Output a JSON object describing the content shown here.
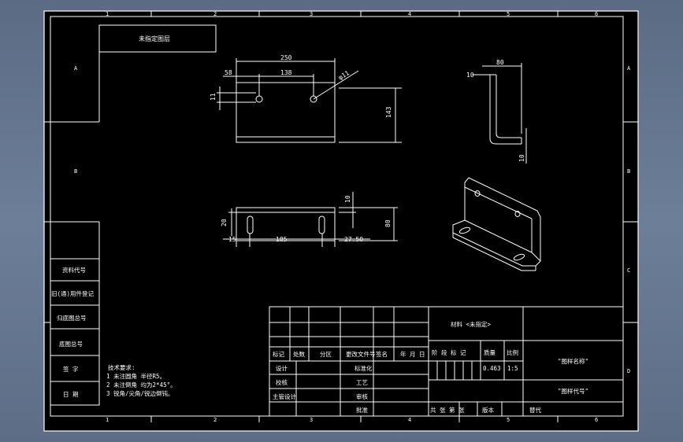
{
  "drawing": {
    "title_note": "未指定图层",
    "colors": {
      "paper": "#000000",
      "line": "#ffffff",
      "backdrop": "#65768f"
    },
    "zone_columns": [
      "1",
      "2",
      "3",
      "4",
      "5",
      "6"
    ],
    "zone_rows": [
      "A",
      "B",
      "C",
      "D"
    ],
    "dimensions": {
      "overall_length": "250",
      "left_offset": "58",
      "hole_spacing": "138",
      "hole_dia": "φ11",
      "hole_pitch": "11",
      "height": "143",
      "flange_width": "80",
      "flange_offset": "10",
      "thickness": "10",
      "plan_height": "80",
      "plan_top": "10",
      "plan_side": "20",
      "slot_offset": "15",
      "slot_spacing": "185",
      "edge_offset": "27.50"
    },
    "left_column_labels": [
      "资料代号",
      "旧(通)用件登记",
      "归底图总号",
      "底图总号",
      "签 字",
      "日 期"
    ],
    "technical_requirements": {
      "heading": "技术要求:",
      "lines": [
        "1 未注圆角 半径R5。",
        "2 未注倒角 均为2*45°。",
        "3 锐角/尖角/锐边倒钝。"
      ]
    },
    "title_block": {
      "material": "材料 <未指定>",
      "header_row": [
        "标记",
        "处数",
        "分区",
        "更改文件号",
        "签名",
        "年 月 日"
      ],
      "stage_headers": [
        "阶 段 标 记",
        "质量",
        "比例"
      ],
      "mass": "0.463",
      "scale": "1:5",
      "drawing_name": "\"图样名称\"",
      "drawing_number": "\"图样代号\"",
      "roles_left": [
        "设计",
        "校核",
        "主管设计"
      ],
      "roles_mid": [
        "标准化",
        "工艺",
        "审核",
        "批准"
      ],
      "sheet_row": [
        "共 张 第 张",
        "版本",
        "替代"
      ]
    }
  }
}
